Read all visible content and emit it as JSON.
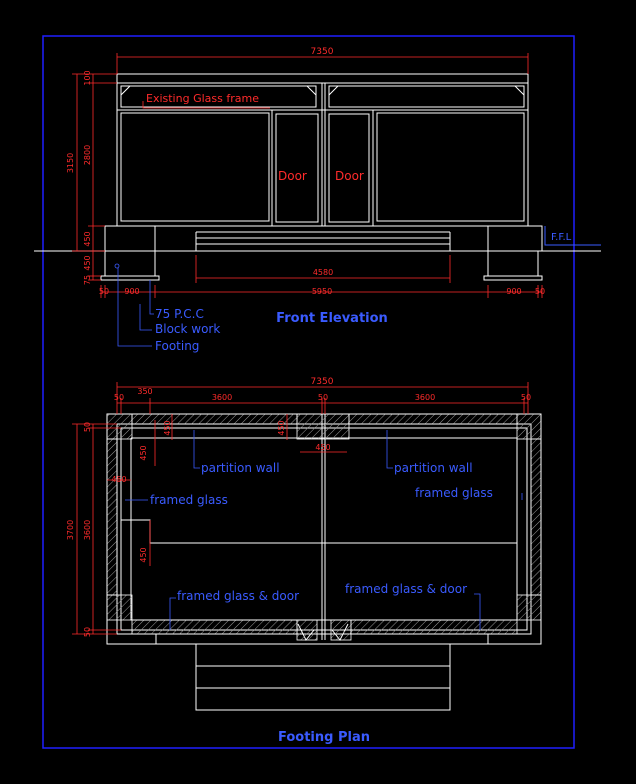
{
  "elevation": {
    "title": "Front Elevation",
    "overall_width": "7350",
    "height_total": "3150",
    "height_glass": "2800",
    "height_top": "100",
    "height_plinth": "450",
    "dim_footing_a": "450",
    "dim_footing_b": "75",
    "dim_left_50": "50",
    "dim_left_900": "900",
    "dim_center_5950": "5950",
    "dim_right_900": "900",
    "dim_right_50": "50",
    "dim_steps_4580": "4580",
    "level_mark": "F.F.L",
    "labels": {
      "glass_frame": "Existing Glass frame",
      "door_left": "Door",
      "door_right": "Door",
      "pcc": "75 P.C.C",
      "block_work": "Block work",
      "footing": "Footing"
    }
  },
  "plan": {
    "title": "Footing Plan",
    "overall_width": "7350",
    "dim_top_50_left": "50",
    "dim_top_350": "350",
    "dim_top_3600_left": "3600",
    "dim_top_50_mid": "50",
    "dim_top_3600_right": "3600",
    "dim_top_50_right": "50",
    "dim_height_3700": "3700",
    "dim_height_3600": "3600",
    "dim_50_top": "50",
    "dim_50_bottom": "50",
    "dim_450_a": "450",
    "dim_450_b": "450",
    "dim_450_c": "450",
    "dim_450_d": "450",
    "dim_450_e": "450",
    "dim_450_f": "450",
    "labels": {
      "partition_left": "partition wall",
      "partition_right": "partition wall",
      "framed_glass_left": "framed glass",
      "framed_glass_right": "framed glass",
      "framed_glass_door_left": "framed glass & door",
      "framed_glass_door_right": "framed glass & door"
    }
  },
  "colors": {
    "background": "#000000",
    "sheet_border": "#1f1fff",
    "geometry": "#ffffff",
    "dimension": "#ff2b2b",
    "label_red": "#ff2b2b",
    "label_blue": "#3a5bff",
    "hatch": "#9a9a9a"
  }
}
